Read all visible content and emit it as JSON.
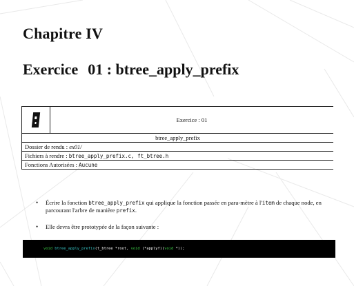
{
  "header": {
    "chapter": "Chapitre IV",
    "exercise_word": "Exercice",
    "exercise_title_rest": "01 : btree_apply_prefix"
  },
  "info_table": {
    "exercise_line": "Exercice : 01",
    "name_line": "btree_apply_prefix",
    "folder_label": "Dossier de rendu : ",
    "folder_value": "ex01/",
    "files_label": "Fichiers à rendre : ",
    "files_value": "btree_apply_prefix.c, ft_btree.h",
    "functions_label": "Fonctions Autorisées : ",
    "functions_value": "Aucune"
  },
  "bullets": {
    "b1_part1": "Écrire la fonction ",
    "b1_code1": "btree_apply_prefix",
    "b1_part2": " qui applique la fonction passée en para-mètre à l'",
    "b1_code2": "item",
    "b1_part3": " de chaque node, en parcourant l'arbre de manière ",
    "b1_code3": "prefix",
    "b1_part4": ".",
    "b2": "Elle devra être prototypée de la façon suivante :"
  },
  "code": {
    "kw_void1": "void",
    "fn_name": "btree_apply_prefix",
    "args_part1": "(t_btree *root, ",
    "kw_void2": "void",
    "args_part2": " (*applyf)(",
    "kw_void3": "void",
    "args_part3": " *));"
  },
  "colors": {
    "code_background": "#000000",
    "code_keyword": "#3fd44a",
    "code_identifier": "#38c8c8"
  }
}
